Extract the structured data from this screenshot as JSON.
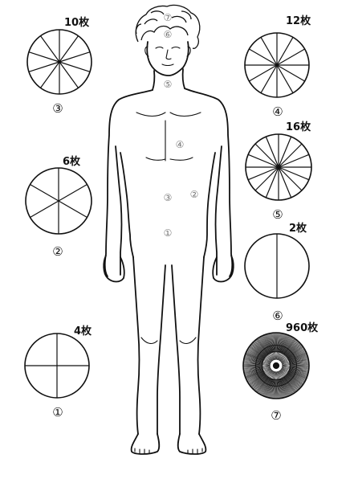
{
  "chakras": [
    {
      "id": "c1",
      "number": "①",
      "petals": "4枚",
      "spokes": 4
    },
    {
      "id": "c2",
      "number": "②",
      "petals": "6枚",
      "spokes": 6
    },
    {
      "id": "c3",
      "number": "③",
      "petals": "10枚",
      "spokes": 10
    },
    {
      "id": "c4",
      "number": "④",
      "petals": "12枚",
      "spokes": 12
    },
    {
      "id": "c5",
      "number": "⑤",
      "petals": "16枚",
      "spokes": 16
    },
    {
      "id": "c6",
      "number": "⑥",
      "petals": "2枚",
      "spokes": 2
    },
    {
      "id": "c7",
      "number": "⑦",
      "petals": "960枚",
      "spokes": 960
    }
  ],
  "body_marks": [
    "⑦",
    "⑥",
    "⑤",
    "④",
    "③",
    "②",
    "①"
  ]
}
